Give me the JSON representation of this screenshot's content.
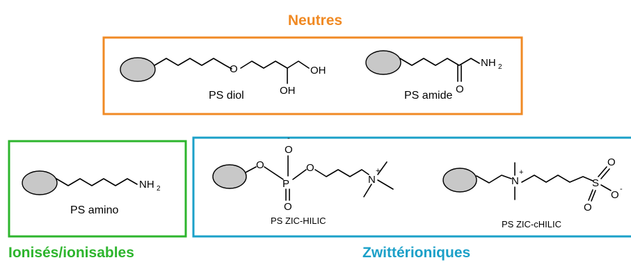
{
  "colors": {
    "neutral": "#f08a24",
    "ionic": "#2db52d",
    "zwitterionic": "#1ba0c8",
    "bead": "#c8c8c8"
  },
  "groups": {
    "neutral_title": "Neutres",
    "ionic_title": "Ionisés/ionisables",
    "zwitterionic_title": "Zwittérioniques"
  },
  "compounds": {
    "diol": "PS diol",
    "amide": "PS amide",
    "amino": "PS amino",
    "zic_hilic": "PS ZIC-HILIC",
    "zic_chilic": "PS ZIC-cHILIC"
  },
  "atoms": {
    "O": "O",
    "OH": "OH",
    "NH": "NH",
    "two": "2",
    "N": "N",
    "P": "P",
    "S": "S",
    "minus": "-",
    "plus": "+"
  }
}
